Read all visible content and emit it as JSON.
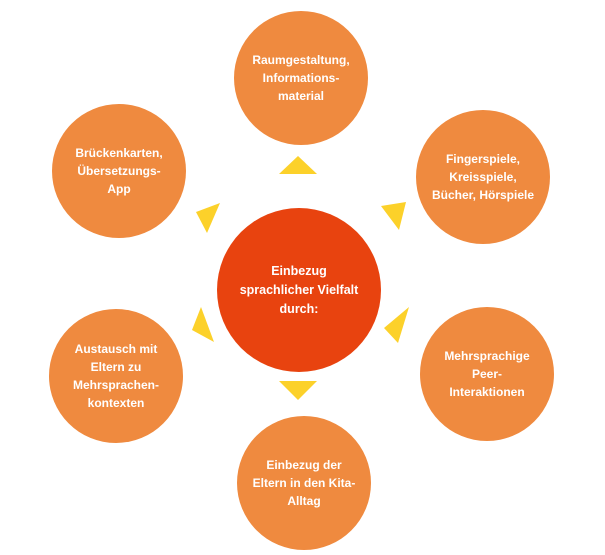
{
  "colors": {
    "outer_circle": "#ef8a3f",
    "center_circle": "#e8430f",
    "arrow": "#fcd12a",
    "text": "#ffffff"
  },
  "center": {
    "label": "Einbezug\nsprachlicher  Vielfalt\ndurch:"
  },
  "nodes": {
    "top": "Raumgestaltung,\nInformations-\nmaterial",
    "right_upper": "Fingerspiele,\nKreisspiele,\nBücher, Hörspiele",
    "right_lower": "Mehrsprachige\nPeer-\nInteraktionen",
    "bottom": "Einbezug der\nEltern in den Kita-\nAlltag",
    "left_lower": "Austausch mit\nEltern zu\nMehrsprachen-\nkontexten",
    "left_upper": "Brückenkarten,\nÜbersetzungs-\nApp"
  }
}
